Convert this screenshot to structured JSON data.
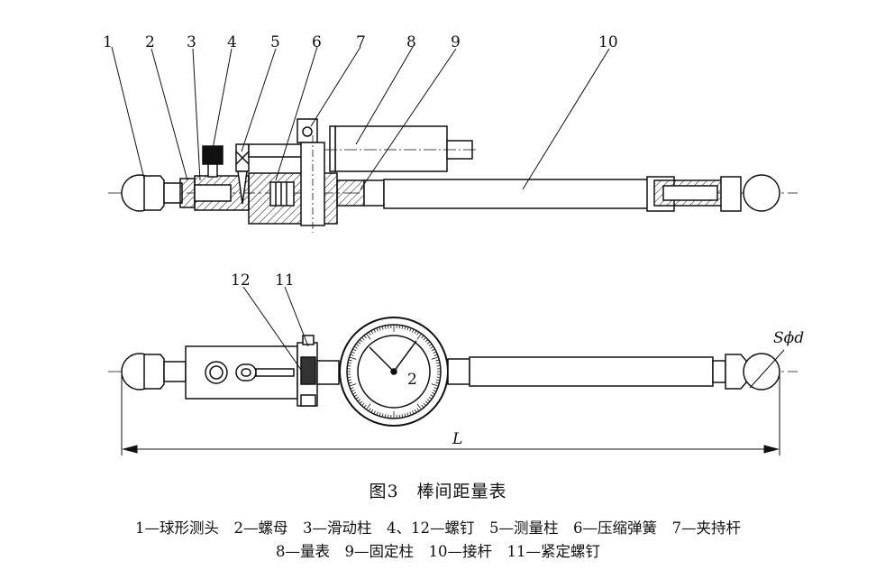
{
  "figure": {
    "top_callouts": [
      "1",
      "2",
      "3",
      "4",
      "5",
      "6",
      "7",
      "8",
      "9",
      "10"
    ],
    "bottom_callouts": [
      "12",
      "11"
    ],
    "dimension_L": "L",
    "dimension_ball": "Sϕd",
    "dial_number": "2"
  },
  "caption": {
    "title": "图3　棒间距量表",
    "legend_line1": "1—球形测头　2—螺母　3—滑动柱　4、12—螺钉　5—测量柱　6—压缩弹簧　7—夹持杆",
    "legend_line2": "8—量表　9—固定柱　10—接杆　11—紧定螺钉"
  }
}
